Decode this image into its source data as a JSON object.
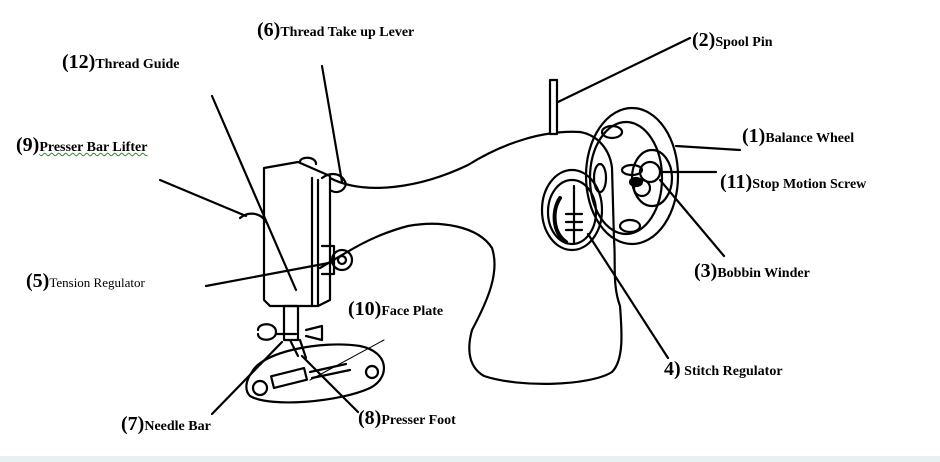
{
  "labels": [
    {
      "id": "thread-take-up-lever",
      "num": "(6)",
      "text": "Thread Take up Lever"
    },
    {
      "id": "thread-guide",
      "num": "(12)",
      "text": "Thread Guide"
    },
    {
      "id": "spool-pin",
      "num": "(2)",
      "text": "Spool Pin"
    },
    {
      "id": "presser-bar-lifter",
      "num": "(9)",
      "text": "Presser Bar Lifter"
    },
    {
      "id": "balance-wheel",
      "num": "(1)",
      "text": "Balance Wheel"
    },
    {
      "id": "stop-motion-screw",
      "num": "(11)",
      "text": "Stop Motion Screw"
    },
    {
      "id": "bobbin-winder",
      "num": "(3)",
      "text": "Bobbin Winder"
    },
    {
      "id": "tension-regulator",
      "num": "(5)",
      "text": "Tension Regulator"
    },
    {
      "id": "face-plate",
      "num": "(10)",
      "text": "Face Plate"
    },
    {
      "id": "stitch-regulator",
      "num": "4)",
      "text": "Stitch Regulator"
    },
    {
      "id": "needle-bar",
      "num": "(7)",
      "text": "Needle Bar"
    },
    {
      "id": "presser-foot",
      "num": "(8)",
      "text": "Presser Foot"
    }
  ]
}
